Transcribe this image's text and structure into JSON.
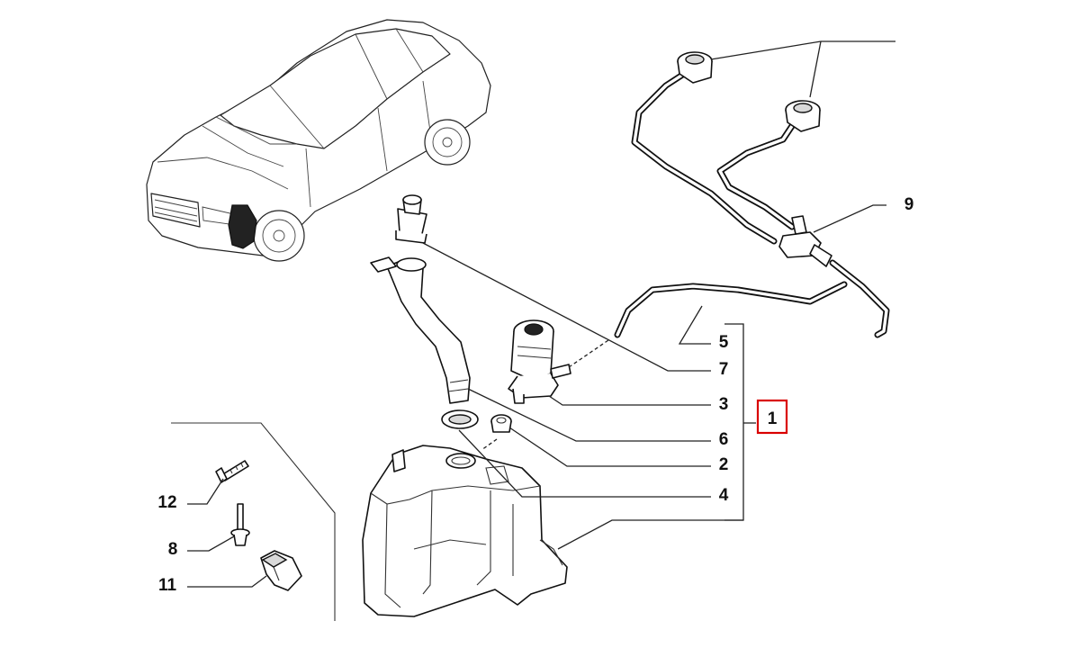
{
  "diagram": {
    "callouts": [
      {
        "id": "c1",
        "label": "1",
        "highlighted": true
      },
      {
        "id": "c2",
        "label": "2"
      },
      {
        "id": "c3",
        "label": "3"
      },
      {
        "id": "c4",
        "label": "4"
      },
      {
        "id": "c5",
        "label": "5"
      },
      {
        "id": "c6",
        "label": "6"
      },
      {
        "id": "c7",
        "label": "7"
      },
      {
        "id": "c8",
        "label": "8"
      },
      {
        "id": "c9",
        "label": "9"
      },
      {
        "id": "c11",
        "label": "11"
      },
      {
        "id": "c12",
        "label": "12"
      }
    ],
    "highlight_color": "#d90000",
    "line_color": "#222222"
  }
}
